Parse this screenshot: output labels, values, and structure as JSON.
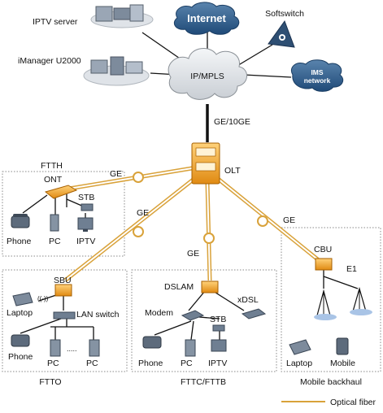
{
  "top": {
    "iptv_server": "IPTV server",
    "imanager": "iManager U2000",
    "internet": "Internet",
    "softswitch": "Softswitch",
    "ims_line1": "IMS",
    "ims_line2": "network",
    "ip_mpls": "IP/MPLS",
    "uplink": "GE/10GE",
    "olt": "OLT"
  },
  "links": {
    "ftth": "GE",
    "ftto": "GE",
    "fttc": "GE",
    "mobile": "GE"
  },
  "ftth_box": {
    "title": "FTTH",
    "ont": "ONT",
    "stb": "STB",
    "phone": "Phone",
    "pc": "PC",
    "iptv": "IPTV"
  },
  "ftto_box": {
    "sbu": "SBU",
    "laptop": "Laptop",
    "lan_switch": "LAN switch",
    "phone": "Phone",
    "pc1": "PC",
    "pc2": "PC",
    "caption": "FTTO"
  },
  "fttc_box": {
    "dslam": "DSLAM",
    "xdsl": "xDSL",
    "modem": "Modem",
    "stb": "STB",
    "phone": "Phone",
    "pc": "PC",
    "iptv": "IPTV",
    "caption": "FTTC/FTTB"
  },
  "mobile_box": {
    "cbu": "CBU",
    "e1": "E1",
    "laptop": "Laptop",
    "mobile": "Mobile",
    "caption": "Mobile backhaul"
  },
  "legend": {
    "optical_fiber": "Optical fiber",
    "fiber_color": "#d9a23a"
  }
}
